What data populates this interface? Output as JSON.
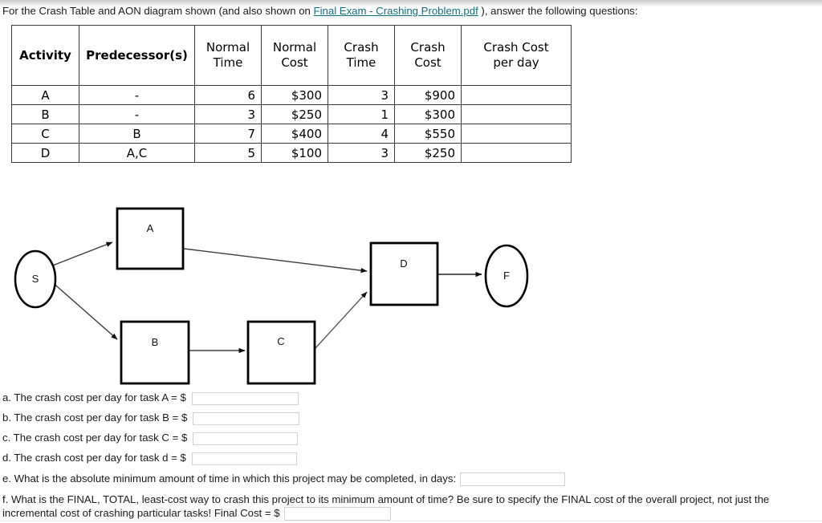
{
  "intro": {
    "before_link": "For the Crash Table and AON diagram shown (and also shown on ",
    "link_text": "Final Exam - Crashing Problem.pdf",
    "after_link": " ), answer the following questions:",
    "link_color": "#0f6e80"
  },
  "table": {
    "headers": [
      "Activity",
      "Predecessor(s)",
      "Normal Time",
      "Normal Cost",
      "Crash Time",
      "Crash Cost",
      "Crash Cost per day"
    ],
    "header_lines": {
      "activity": "Activity",
      "predecessors": "Predecessor(s)",
      "normal_time_l1": "Normal",
      "normal_time_l2": "Time",
      "normal_cost_l1": "Normal",
      "normal_cost_l2": "Cost",
      "crash_time_l1": "Crash",
      "crash_time_l2": "Time",
      "crash_cost_l1": "Crash",
      "crash_cost_l2": "Cost",
      "crash_cost_per_day_l1": "Crash Cost",
      "crash_cost_per_day_l2": "per day"
    },
    "rows": [
      {
        "activity": "A",
        "predecessors": "-",
        "normal_time": "6",
        "normal_cost": "$300",
        "crash_time": "3",
        "crash_cost": "$900",
        "crash_cost_per_day": ""
      },
      {
        "activity": "B",
        "predecessors": "-",
        "normal_time": "3",
        "normal_cost": "$250",
        "crash_time": "1",
        "crash_cost": "$300",
        "crash_cost_per_day": ""
      },
      {
        "activity": "C",
        "predecessors": "B",
        "normal_time": "7",
        "normal_cost": "$400",
        "crash_time": "4",
        "crash_cost": "$550",
        "crash_cost_per_day": ""
      },
      {
        "activity": "D",
        "predecessors": "A,C",
        "normal_time": "5",
        "normal_cost": "$100",
        "crash_time": "3",
        "crash_cost": "$250",
        "crash_cost_per_day": ""
      }
    ]
  },
  "diagram": {
    "type": "activity-on-node",
    "nodes": [
      {
        "id": "S",
        "label": "S",
        "shape": "ellipse"
      },
      {
        "id": "A",
        "label": "A",
        "shape": "rectangle"
      },
      {
        "id": "B",
        "label": "B",
        "shape": "rectangle"
      },
      {
        "id": "C",
        "label": "C",
        "shape": "rectangle"
      },
      {
        "id": "D",
        "label": "D",
        "shape": "rectangle"
      },
      {
        "id": "F",
        "label": "F",
        "shape": "ellipse"
      }
    ],
    "edges": [
      {
        "from": "S",
        "to": "A"
      },
      {
        "from": "S",
        "to": "B"
      },
      {
        "from": "A",
        "to": "D"
      },
      {
        "from": "B",
        "to": "C"
      },
      {
        "from": "C",
        "to": "D"
      },
      {
        "from": "D",
        "to": "F"
      }
    ]
  },
  "questions": {
    "a": {
      "text": "a. The crash cost per day for task A = $",
      "value": ""
    },
    "b": {
      "text": "b. The crash cost per day for task B = $",
      "value": ""
    },
    "c": {
      "text": "c. The crash cost per day for task C = $",
      "value": ""
    },
    "d": {
      "text": "d. The crash cost per day for task d = $",
      "value": ""
    },
    "e": {
      "text": "e. What is the absolute minimum amount of time in which this project may be completed, in days:",
      "value": ""
    },
    "f": {
      "text": "f. What is the FINAL, TOTAL, least-cost way to crash this project to its minimum amount of time? Be sure to specify the FINAL cost of the overall project, not just the incremental cost of crashing particular tasks!  Final Cost = $",
      "value": ""
    }
  }
}
